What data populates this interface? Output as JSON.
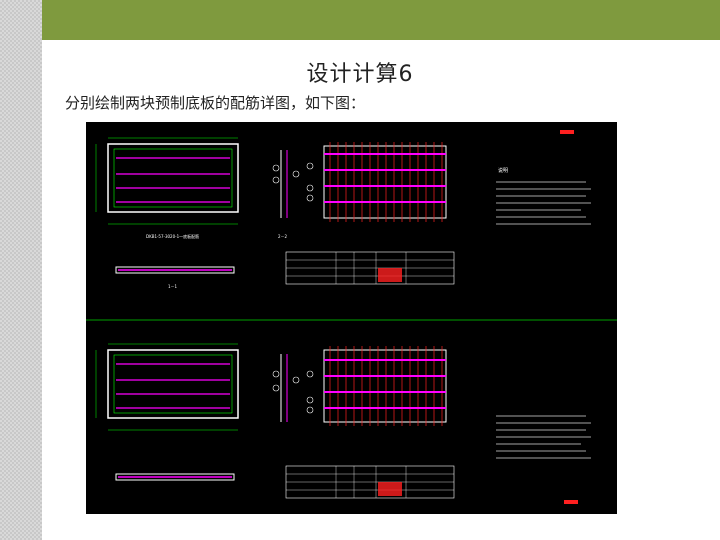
{
  "slide": {
    "title": "设计计算6",
    "subtitle": "分别绘制两块预制底板的配筋详图，如下图："
  },
  "colors": {
    "header_bar": "#7f9a3e",
    "drawing_bg": "#000000",
    "rebar": "#ff00ff",
    "dimension": "#00ff00",
    "annotation": "#ff2020",
    "outline": "#ffffff"
  },
  "drawing": {
    "title_block_label": "说明",
    "section_label": "1－1",
    "elevation_label": "2－2"
  }
}
